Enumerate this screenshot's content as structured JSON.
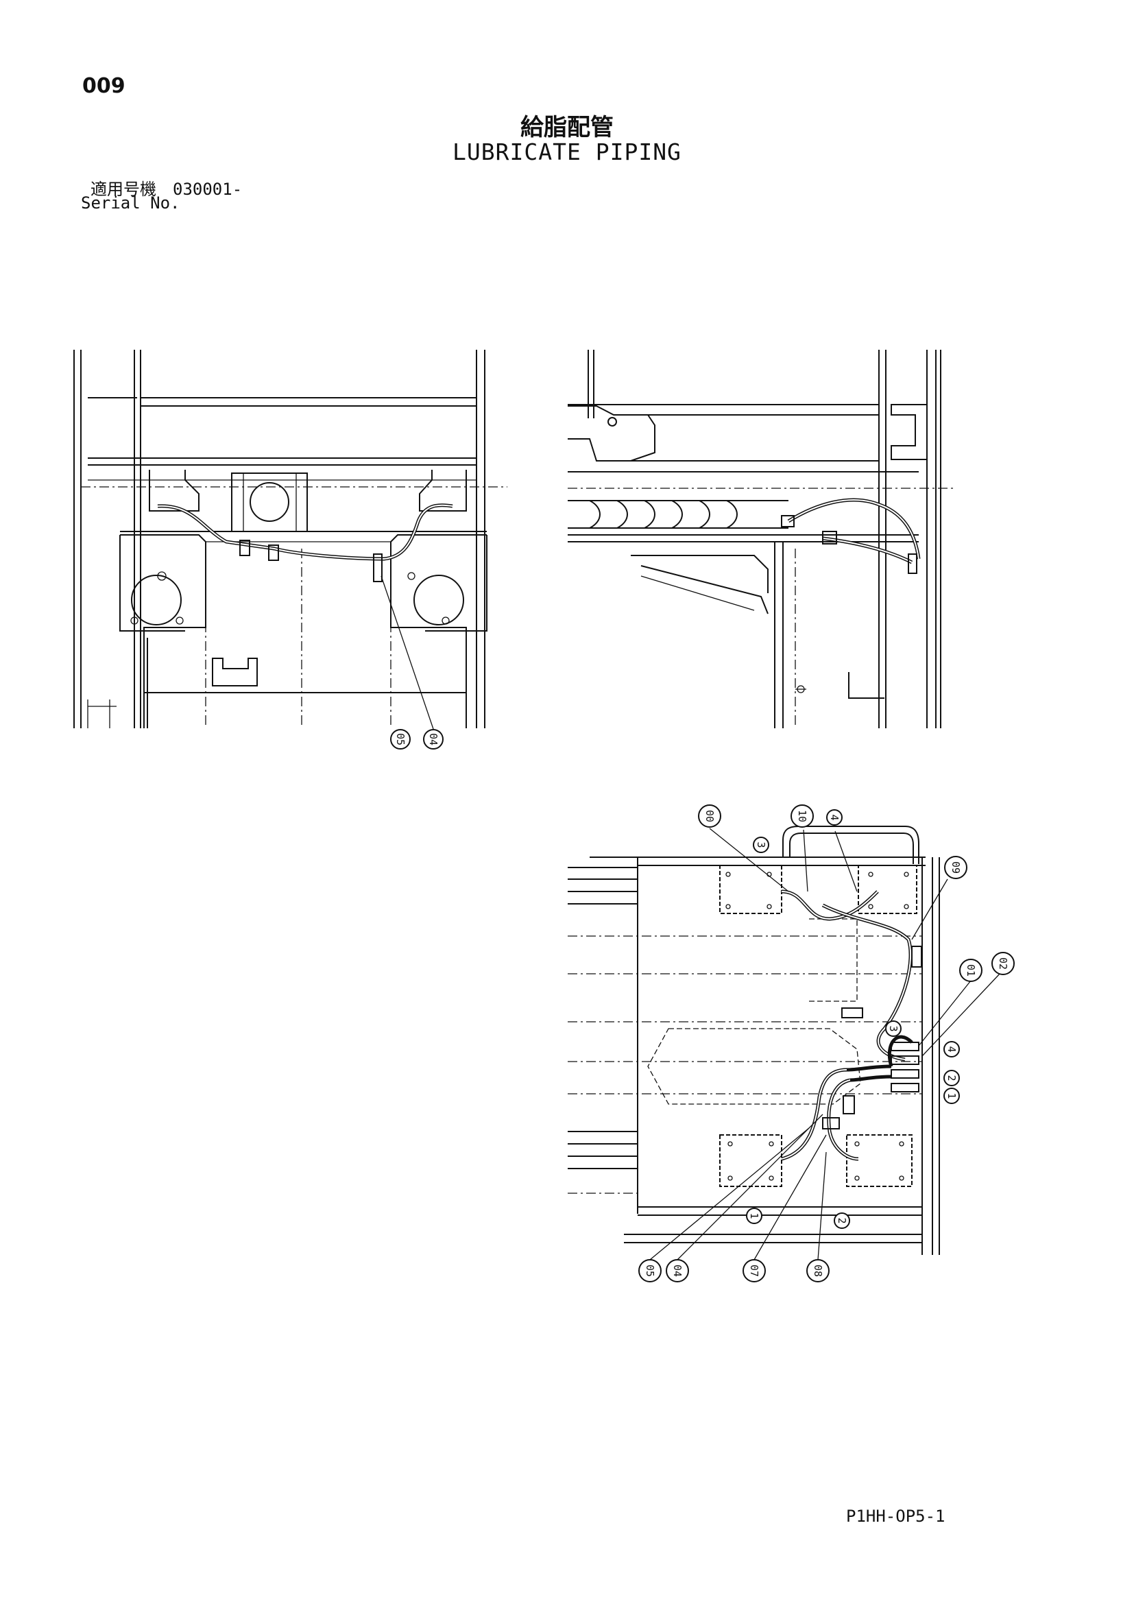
{
  "header": {
    "page_number": "009",
    "title_ja": "給脂配管",
    "title_en": "LUBRICATE PIPING",
    "serial_label_ja": "適用号機　030001-",
    "serial_label_en": "Serial No."
  },
  "footer": {
    "doc_code": "P1HH-OP5-1"
  },
  "callouts": {
    "view1": [
      "05",
      "04"
    ],
    "view3_top": [
      "00",
      "10",
      "09",
      "01",
      "02"
    ],
    "view3_small_top": [
      "3",
      "4"
    ],
    "view3_small_right": [
      "3",
      "4",
      "2",
      "1"
    ],
    "view3_small_bottom": [
      "1",
      "2"
    ],
    "view3_bottom": [
      "05",
      "04",
      "07",
      "08"
    ]
  }
}
